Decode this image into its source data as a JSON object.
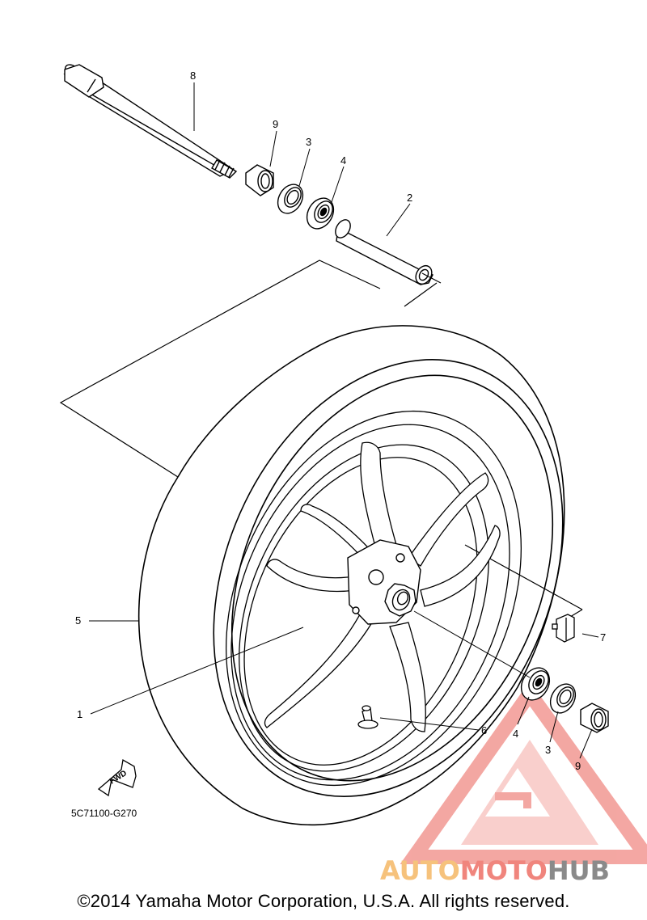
{
  "diagram": {
    "part_code": "5C71100-G270",
    "fwd_label": "FWD",
    "callouts": [
      {
        "id": "8",
        "label": "8"
      },
      {
        "id": "9a",
        "label": "9"
      },
      {
        "id": "3a",
        "label": "3"
      },
      {
        "id": "4a",
        "label": "4"
      },
      {
        "id": "2",
        "label": "2"
      },
      {
        "id": "5",
        "label": "5"
      },
      {
        "id": "1",
        "label": "1"
      },
      {
        "id": "7",
        "label": "7"
      },
      {
        "id": "6",
        "label": "6"
      },
      {
        "id": "4b",
        "label": "4"
      },
      {
        "id": "3b",
        "label": "3"
      },
      {
        "id": "9b",
        "label": "9"
      }
    ]
  },
  "watermark": {
    "part1": "AUTO",
    "part2": "MOTO",
    "part3": "HUB",
    "colors": {
      "auto": "#f6c27c",
      "moto": "#f0857d",
      "hub": "#8a8a8a",
      "logo": "#f08a84"
    }
  },
  "footer": {
    "copyright": "©2014 Yamaha Motor Corporation, U.S.A. All rights reserved."
  }
}
